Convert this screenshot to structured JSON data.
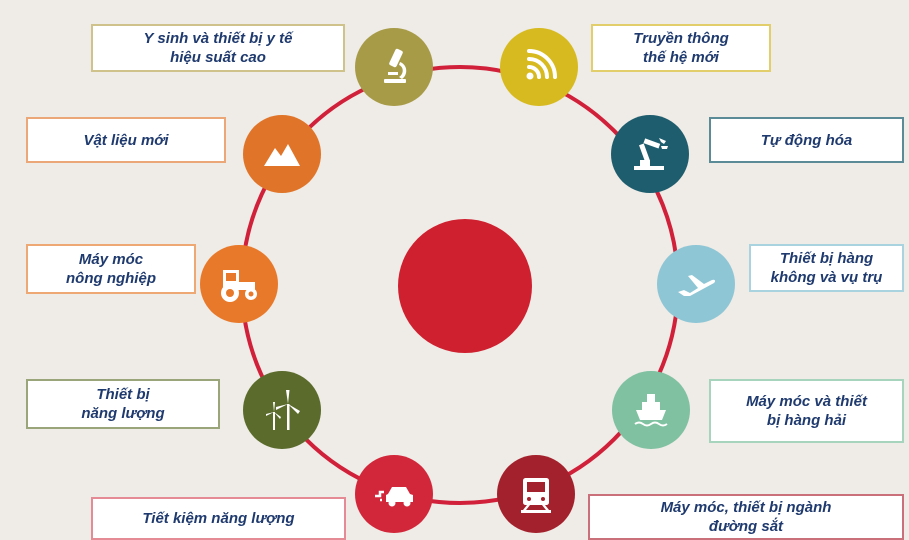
{
  "colors": {
    "background": "#efebe6",
    "ring": "#d0203a",
    "center": "#cf2030",
    "label_text": "#1f3a6e"
  },
  "sectors": [
    {
      "id": "biomedical",
      "label": "Y sinh và thiết bị y tế\nhiệu suất cao",
      "icon": "microscope-icon",
      "color": "#a79b48",
      "border": "#cfc28a"
    },
    {
      "id": "telecom",
      "label": "Truyền thông\nthế hệ mới",
      "icon": "signal-waves-icon",
      "color": "#d7ba1f",
      "border": "#e2cf6c"
    },
    {
      "id": "automation",
      "label": "Tự động hóa",
      "icon": "robot-arm-icon",
      "color": "#1e5d6e",
      "border": "#5c8b98"
    },
    {
      "id": "aerospace",
      "label": "Thiết bị hàng\nkhông và vụ trụ",
      "icon": "airplane-icon",
      "color": "#8ec6d5",
      "border": "#a9d4df"
    },
    {
      "id": "marine",
      "label": "Máy móc và thiết\nbị hàng hải",
      "icon": "ship-icon",
      "color": "#7fc1a1",
      "border": "#a6d4bd"
    },
    {
      "id": "railway",
      "label": "Máy móc, thiết bị ngành\nđường sắt",
      "icon": "train-icon",
      "color": "#a3212c",
      "border": "#c9707a"
    },
    {
      "id": "saving",
      "label": "Tiết kiệm năng lượng",
      "icon": "electric-car-icon",
      "color": "#d2273a",
      "border": "#e48b95"
    },
    {
      "id": "energy",
      "label": "Thiết bị\nnăng lượng",
      "icon": "wind-turbine-icon",
      "color": "#5a6b2c",
      "border": "#9aa57a"
    },
    {
      "id": "agriculture",
      "label": "Máy móc\nnông nghiệp",
      "icon": "tractor-icon",
      "color": "#e8792a",
      "border": "#eea874"
    },
    {
      "id": "materials",
      "label": "Vật liệu mới",
      "icon": "mountain-icon",
      "color": "#e07428",
      "border": "#eba777"
    }
  ]
}
